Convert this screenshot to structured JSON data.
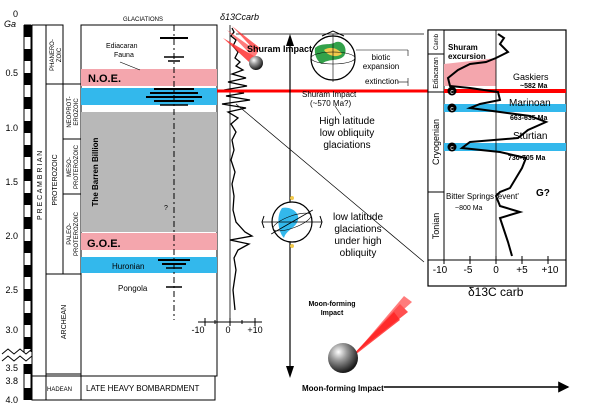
{
  "colors": {
    "pink": "#f4a6ad",
    "cyan": "#33b8ec",
    "gray": "#b8b8b8",
    "red": "#ff0000",
    "black": "#000000"
  },
  "left_axis": {
    "unit": "Ga",
    "ticks": [
      "0",
      "0.5",
      "1.0",
      "1.5",
      "2.0",
      "2.5",
      "3.0",
      "3.5",
      "3.8",
      "4.0"
    ]
  },
  "eons": {
    "phanerozoic": "PHANERO- ZOIC",
    "precambrian": "P R E C A M B R I A N",
    "proterozoic": "PROTEROZOIC",
    "neoproterozoic": "NEOPROT- EROZOIC",
    "mesoproterozoic": "MESO- PROTEROZOIC",
    "paleoproterozoic": "PALEO- PROTEROZOIC",
    "archean": "ARCHEAN",
    "hadean": "HADEAN",
    "late_heavy_bombardment": "LATE HEAVY BOMBARDMENT"
  },
  "main_column": {
    "glaciations_header": "GLACIATIONS",
    "delta_header": "δ13Ccarb",
    "ediacaran_fauna": "Ediacaran Fauna",
    "noe": "N.O.E.",
    "barren_billion": "The Barren Billion",
    "question_mark": "?",
    "goe": "G.O.E.",
    "huronian": "Huronian",
    "pongola": "Pongola",
    "delta_ticks": [
      "-10",
      "0",
      "+10"
    ]
  },
  "center_annotations": {
    "shuram_impact": "Shuram Impact",
    "shuram_impact_date": "Shuram Impact (~570 Ma?)",
    "high_latitude": "High latitude low obliquity glaciations",
    "low_latitude": "low latitude glaciations under high obliquity",
    "moon_forming_impact_top": "Moon-forming Impact",
    "moon_forming_impact_bottom": "Moon-forming Impact",
    "biotic_expansion": "biotic expansion",
    "extinction": "extinction"
  },
  "inset": {
    "periods": {
      "cambrian": "Camb",
      "ediacaran": "Ediacaran",
      "cryogenian": "Cryogenian",
      "tonian": "Tonian"
    },
    "shuram_excursion": "Shuram excursion",
    "gaskiers": "Gaskiers",
    "gaskiers_age": "~582 Ma",
    "marinoan": "Marinoan",
    "marinoan_age": "663-635 Ma",
    "sturtian": "Sturtian",
    "sturtian_age": "730-705 Ma",
    "bitter_springs": "Bitter Springs 'event'",
    "bitter_springs_age": "~800 Ma",
    "g_question": "G?",
    "c_badge": "c",
    "x_ticks": [
      "-10",
      "-5",
      "0",
      "+5",
      "+10"
    ],
    "xlabel": "δ13C carb"
  }
}
